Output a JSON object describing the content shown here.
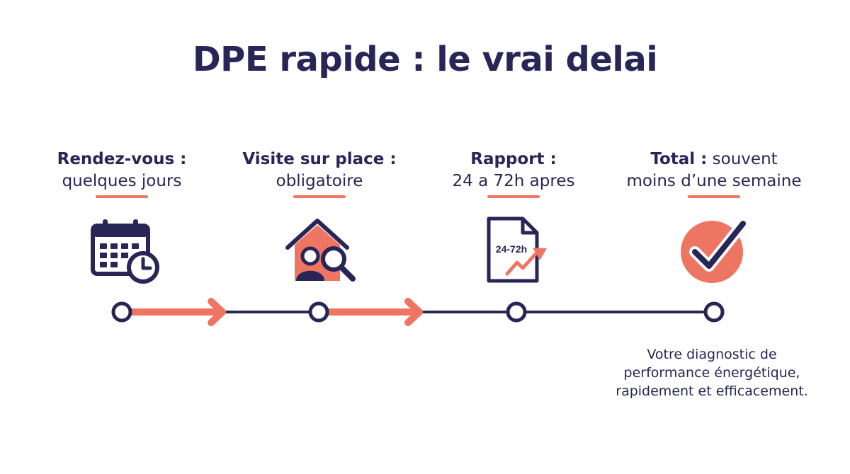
{
  "title": "DPE rapide : le vrai delai",
  "steps": [
    {
      "bold": "Rendez-vous :",
      "rest": "",
      "line2": "quelques jours",
      "icon": "calendar-clock-icon"
    },
    {
      "bold": "Visite sur place :",
      "rest": "",
      "line2": "obligatoire",
      "icon": "house-inspection-icon"
    },
    {
      "bold": "Rapport :",
      "rest": "",
      "line2": "24 a 72h apres",
      "icon": "report-document-icon"
    },
    {
      "bold": "Total :",
      "rest": " souvent",
      "line2": "moins d’une semaine",
      "icon": "checkmark-circle-icon"
    }
  ],
  "report_icon_text": "24-72h",
  "caption": {
    "line1": "Votre diagnostic de",
    "line2": "performance énergétique,",
    "line3": "rapidement et efficacement."
  },
  "colors": {
    "navy": "#272657",
    "accent": "#ef7563",
    "background": "#ffffff"
  }
}
